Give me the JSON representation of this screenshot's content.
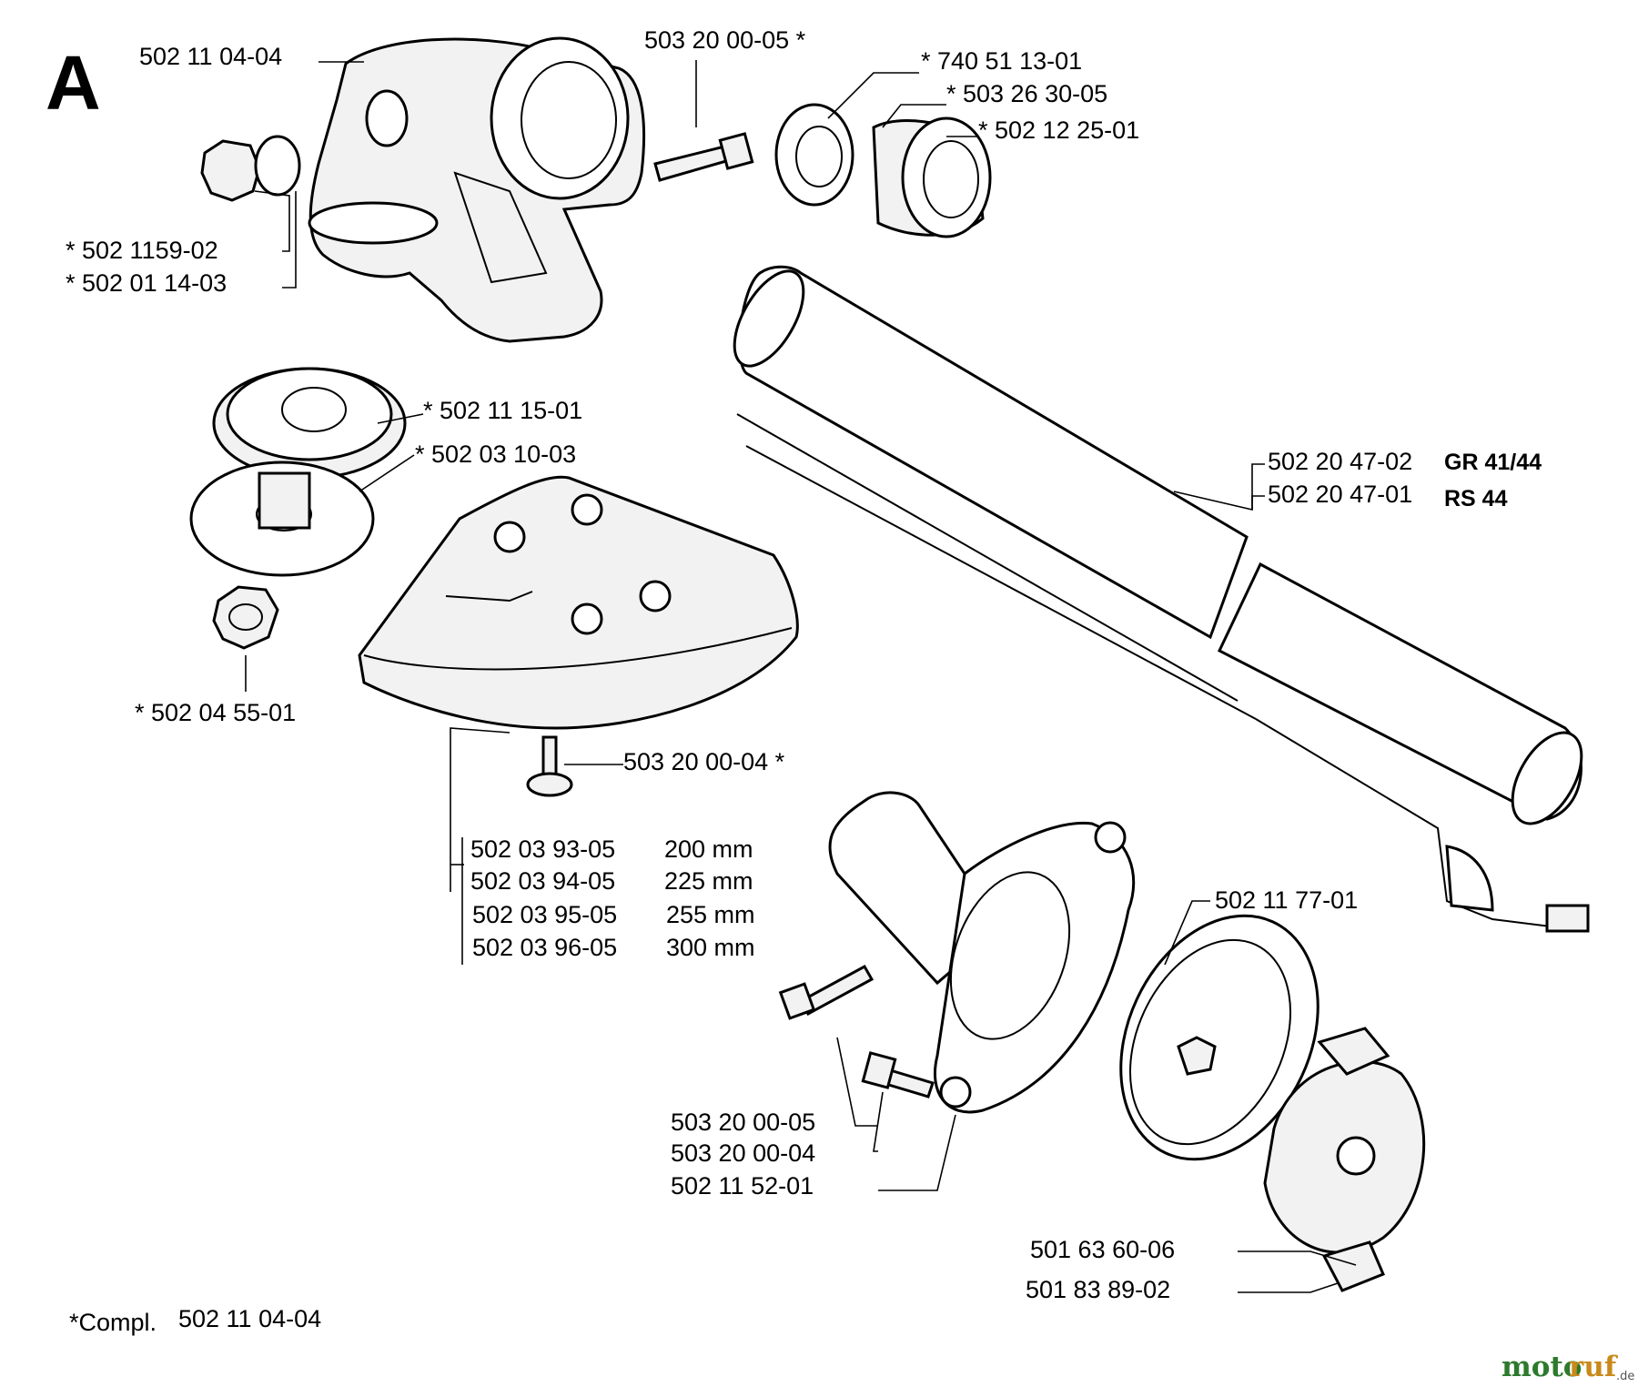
{
  "section_letter": "A",
  "footnote": {
    "prefix": "*Compl.",
    "number": "502 11 04-04"
  },
  "watermark": {
    "part1": "moto",
    "part2": "ruf",
    "suffix": ".de"
  },
  "labels": {
    "gear_housing": "502 11 04-04",
    "top_screw": "503 20 00-05 *",
    "seal_a": "* 740 51 13-01",
    "seal_b": "* 503 26 30-05",
    "seal_c": "* 502 12 25-01",
    "plug": "* 502 1159-02",
    "oring": "* 502 01 14-03",
    "pulley": "* 502 11 15-01",
    "washer": "* 502 03 10-03",
    "nut": "* 502 04 55-01",
    "guard_screw": "503 20 00-04 *",
    "shaft_tube_1": "502 20 47-02",
    "shaft_model_1": "GR 41/44",
    "shaft_tube_2": "502 20 47-01",
    "shaft_model_2": "RS 44",
    "clutch_drum": "502 11 77-01",
    "screw_a": "503 20 00-05",
    "screw_b": "503 20 00-04",
    "clutch_housing": "502 11 52-01",
    "clutch_shoe": "501 63 60-06",
    "clutch_spring": "501 83 89-02"
  },
  "guard_sizes": [
    {
      "part": "502 03 93-05",
      "size": "200 mm"
    },
    {
      "part": "502 03 94-05",
      "size": "225 mm"
    },
    {
      "part": "502 03 95-05",
      "size": "255 mm"
    },
    {
      "part": "502 03 96-05",
      "size": "300 mm"
    }
  ]
}
